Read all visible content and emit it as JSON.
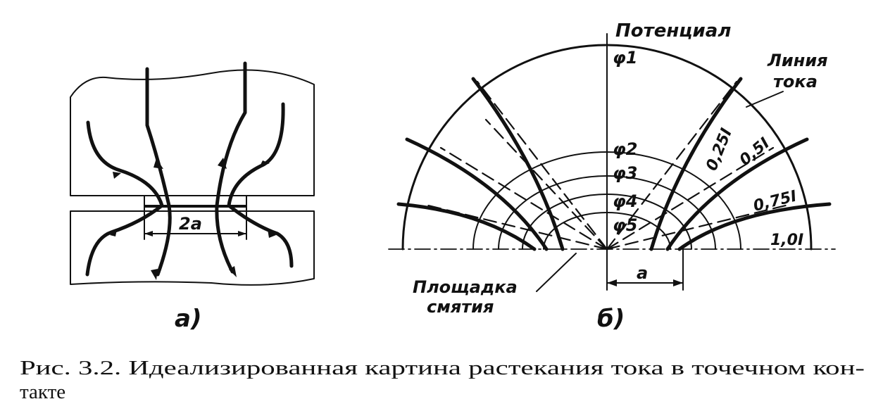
{
  "figure_a": {
    "dimension_label": "2a",
    "panel_label": "а)"
  },
  "figure_b": {
    "potential_label": "Потенциал",
    "phi_labels": [
      "φ1",
      "φ2",
      "φ3",
      "φ4",
      "φ5"
    ],
    "current_line_label_line1": "Линия",
    "current_line_label_line2": "тока",
    "current_fractions": [
      "0,25I",
      "0,5I",
      "0,75I",
      "1,0I"
    ],
    "area_label_line1": "Площадка",
    "area_label_line2": "смятия",
    "radius_label": "a",
    "panel_label": "б)"
  },
  "caption": {
    "line1": "Рис. 3.2. Идеализированная картина растекания тока в точечном кон-",
    "line2": "такте"
  }
}
